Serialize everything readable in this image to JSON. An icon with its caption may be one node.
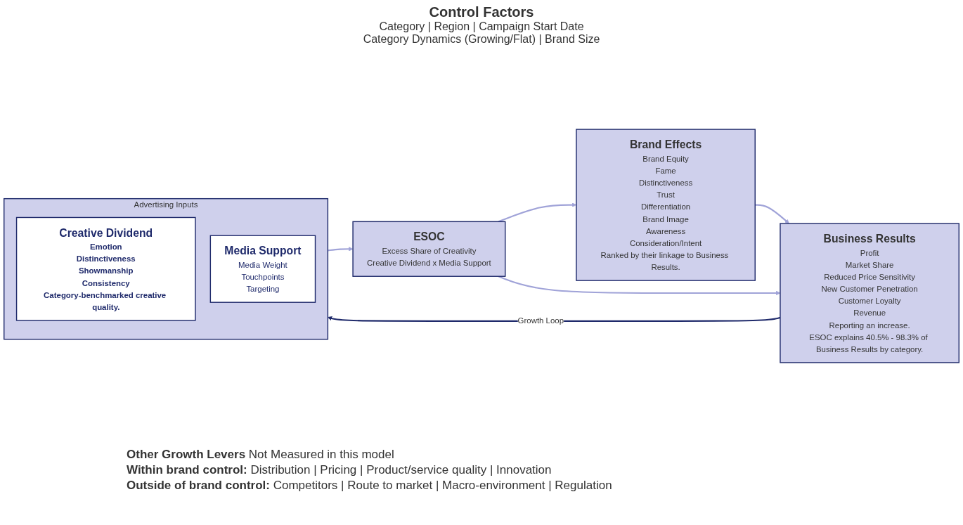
{
  "diagram": {
    "nodes": [
      {
        "text": [
          "Advertising Inputs"
        ]
      },
      {
        "text": [
          "Creative Dividend",
          "Emotion",
          "Distinctiveness",
          "Showmanship",
          "Consistency",
          "Category-benchmarked creative quality."
        ],
        "in": 0
      },
      {
        "text": [
          "Media Support",
          "Media Weight",
          "Touchpoints",
          "Targeting"
        ],
        "in": 0
      },
      {
        "text": [
          "ESOC",
          "Excess Share of Creativity",
          "Creative Dividend x Media Support"
        ]
      },
      {
        "text": [
          "Brand Effects",
          "Brand Equity",
          "Fame",
          "Distinctiveness",
          "Trust",
          "Differentiation",
          "Brand Image",
          "Awareness",
          "Consideration/Intent",
          "Ranked by their linkage to Business Results."
        ]
      },
      {
        "text": [
          "Business Results",
          "Profit",
          "Market Share",
          "Reduced Price Sensitivity",
          "New Customer Penetration",
          "Customer Loyalty",
          "Revenue",
          "Reporting an increase.",
          "ESOC explains 40.5% - 98.3% of Business Results by category."
        ]
      }
    ],
    "edges": [
      {
        "from": 0,
        "to": 3,
        "arrow": "to",
        "color": "#a0a3d8"
      },
      {
        "from": 3,
        "to": 4,
        "arrow": "to",
        "color": "#a0a3d8"
      },
      {
        "from": 4,
        "to": 5,
        "arrow": "to",
        "color": "#a0a3d8"
      },
      {
        "from": 3,
        "to": 5,
        "arrow": "to",
        "color": "#a0a3d8"
      },
      {
        "from": 5,
        "to": 0,
        "arrow": "to",
        "label": "Growth Loop",
        "color": "#1f2a6b"
      }
    ],
    "labels": [
      "Control Factors",
      "Category | Region | Campaign Start Date",
      "Category Dynamics (Growing/Flat) | Brand Size",
      "**Other Growth Levers** Not Measured in this model",
      "**Within brand control:** Distribution | Pricing | Product/service quality | Innovation",
      "**Outside of brand control:** Competitors | Route to market | Macro-environment | Regulation"
    ]
  }
}
